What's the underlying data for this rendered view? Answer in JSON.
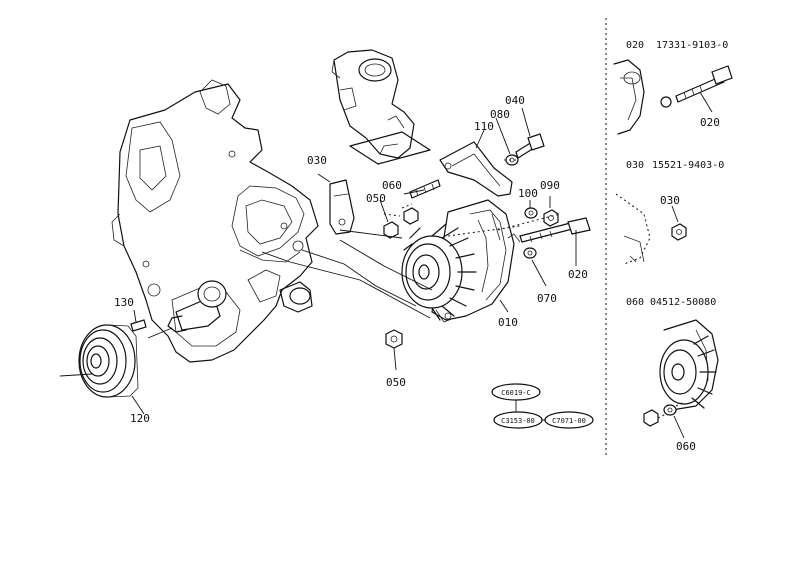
{
  "callouts": {
    "c010": "010",
    "c020": "020",
    "c030": "030",
    "c040": "040",
    "c050a": "050",
    "c050b": "050",
    "c060": "060",
    "c070": "070",
    "c080": "080",
    "c090": "090",
    "c100": "100",
    "c110": "110",
    "c120": "120",
    "c130": "130"
  },
  "ref_ovals": [
    "C6019-C",
    "C3153-00",
    "C7071-00"
  ],
  "insets": [
    {
      "ref": "020",
      "part_no": "17331-9103-0",
      "callout": "020"
    },
    {
      "ref": "030",
      "part_no": "15521-9403-0",
      "callout": "030"
    },
    {
      "ref": "060",
      "part_no": "04512-50080",
      "callout": "060"
    }
  ]
}
